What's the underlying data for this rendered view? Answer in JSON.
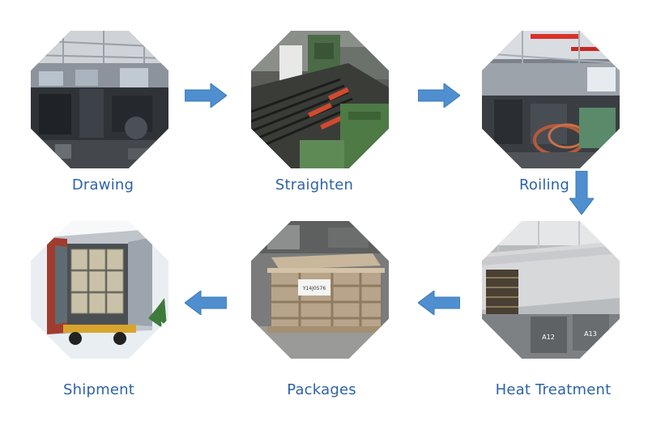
{
  "steps": [
    {
      "label": "Drawing"
    },
    {
      "label": "Straighten"
    },
    {
      "label": "Roiling"
    },
    {
      "label": "Heat Treatment"
    },
    {
      "label": "Packages"
    },
    {
      "label": "Shipment"
    }
  ],
  "package_tag": "Y14J0576",
  "oven_markers": [
    "A12",
    "A13"
  ],
  "colors": {
    "label": "#2d63a8",
    "arrow": "#4f8fcf",
    "arrow_edge": "#3a78b8"
  },
  "flow": [
    "Drawing",
    "Straighten",
    "Roiling",
    "Heat Treatment",
    "Packages",
    "Shipment"
  ]
}
